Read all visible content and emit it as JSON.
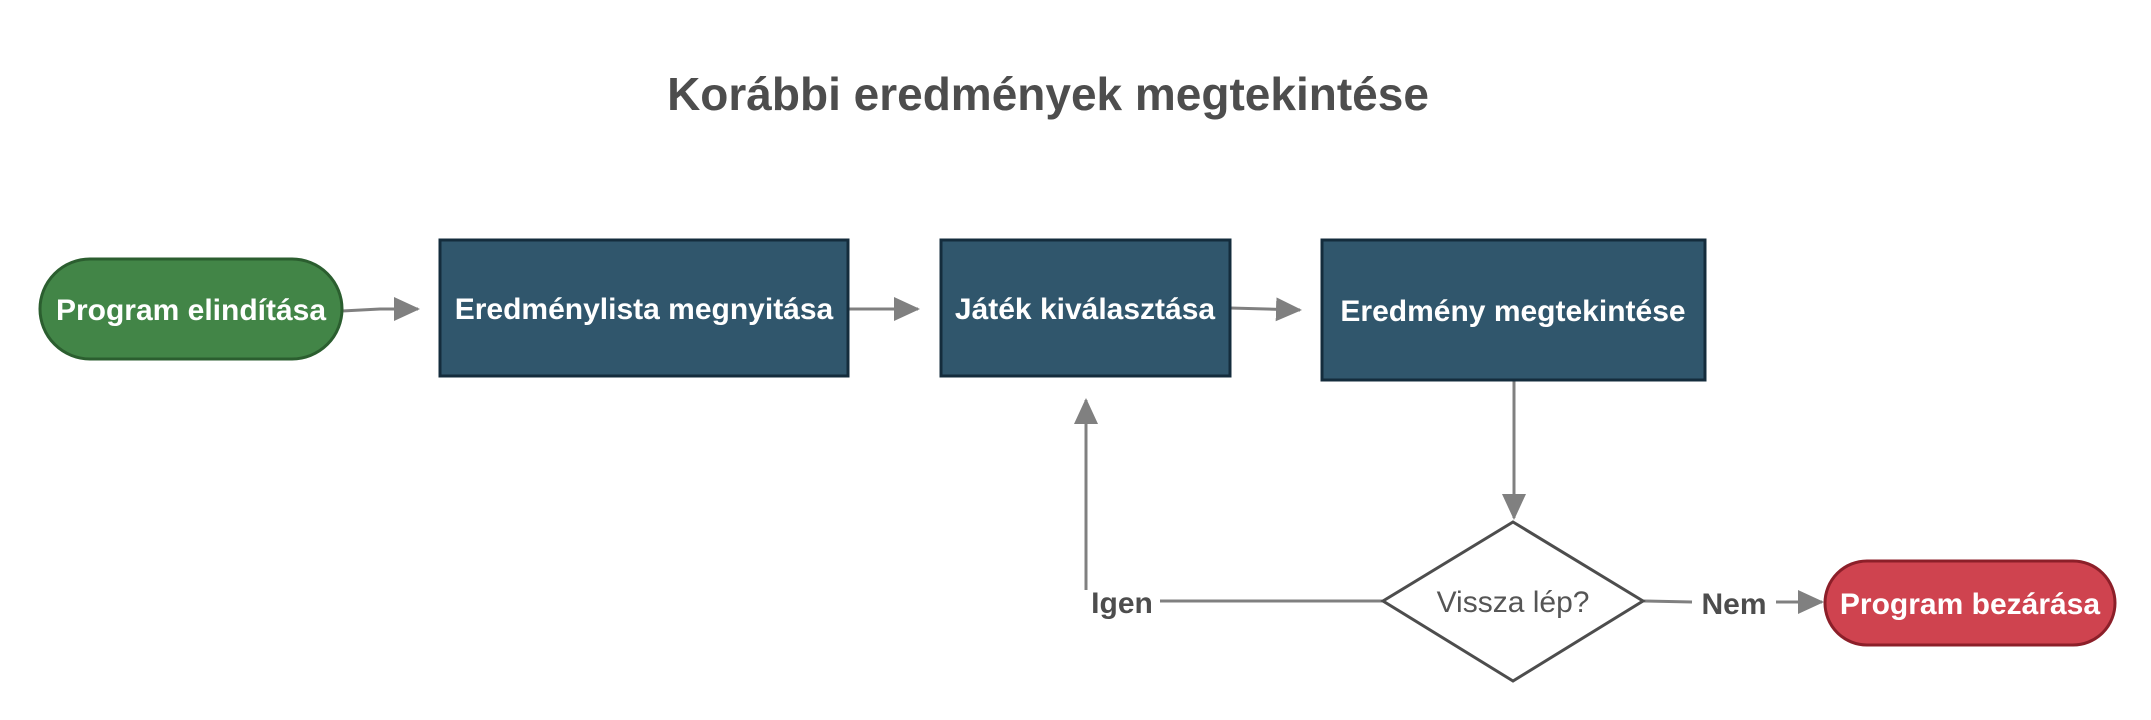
{
  "diagram": {
    "title": "Korábbi eredmények megtekintése",
    "colors": {
      "start_fill": "#428547",
      "start_stroke": "#2b5e2f",
      "process_fill": "#30566c",
      "process_stroke": "#142c3c",
      "end_fill": "#cf434f",
      "end_stroke": "#8c1f29",
      "decision_fill": "#ffffff",
      "decision_stroke": "#4d4d4d",
      "edge": "#808080"
    },
    "nodes": {
      "start": "Program elindítása",
      "open_list": "Eredménylista megnyitása",
      "select_game": "Játék kiválasztása",
      "view_result": "Eredmény megtekintése",
      "decision": "Vissza lép?",
      "end": "Program bezárása"
    },
    "edge_labels": {
      "yes": "Igen",
      "no": "Nem"
    }
  }
}
